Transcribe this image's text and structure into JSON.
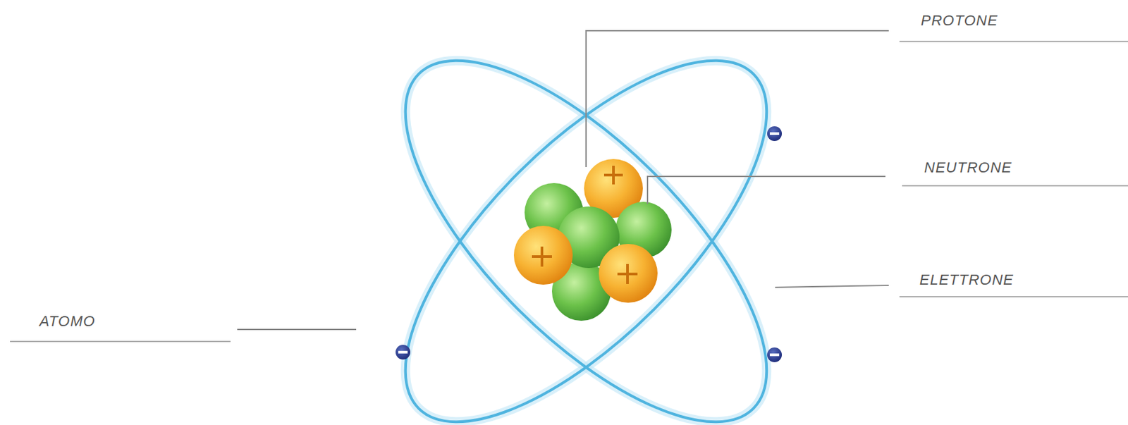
{
  "diagram": {
    "labels": [
      "PROTONE",
      "NEUTRONE",
      "ELETTRONE",
      "ATOMO"
    ]
  }
}
